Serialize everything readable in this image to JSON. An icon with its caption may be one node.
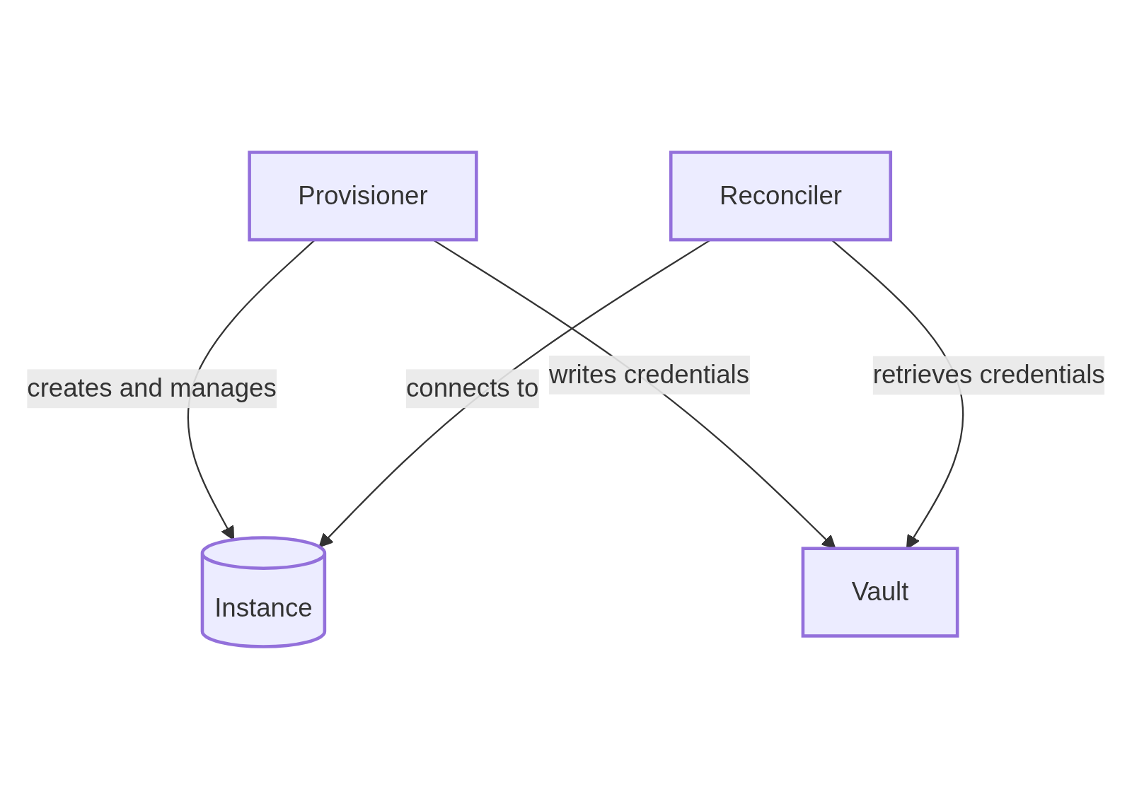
{
  "diagram": {
    "nodes": [
      {
        "text": [
          "Provisioner"
        ]
      },
      {
        "text": [
          "Instance"
        ]
      },
      {
        "text": [
          "Vault"
        ]
      },
      {
        "text": [
          "Reconciler"
        ]
      }
    ],
    "edges": [
      {
        "from": 0,
        "to": 1,
        "arrow": "to",
        "label": "creates and manages"
      },
      {
        "from": 0,
        "to": 2,
        "arrow": "to",
        "label": "writes credentials"
      },
      {
        "from": 3,
        "to": 1,
        "arrow": "to",
        "label": "connects to"
      },
      {
        "from": 3,
        "to": 2,
        "arrow": "to",
        "label": "retrieves credentials"
      }
    ]
  }
}
